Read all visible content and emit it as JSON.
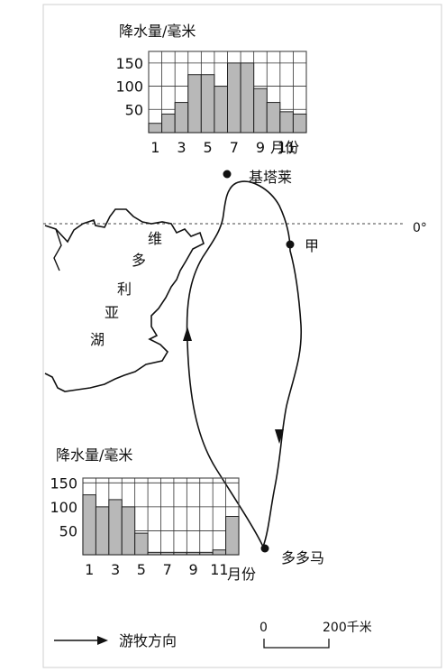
{
  "map": {
    "equator_label": "0°",
    "lake_label_chars": [
      "维",
      "多",
      "利",
      "亚",
      "湖"
    ],
    "places": [
      {
        "name": "基塔莱"
      },
      {
        "name": "甲"
      },
      {
        "name": "多多马"
      }
    ],
    "legend": {
      "label": "游牧方向"
    },
    "scale": {
      "zero": "0",
      "distance": "200千米"
    }
  },
  "chart_data": [
    {
      "type": "bar",
      "title": "降水量/毫米",
      "xlabel": "月份",
      "ylim": [
        0,
        175
      ],
      "yticks": [
        50,
        100,
        150
      ],
      "xticks": [
        "1",
        "3",
        "5",
        "7",
        "9",
        "11"
      ],
      "categories": [
        "1",
        "2",
        "3",
        "4",
        "5",
        "6",
        "7",
        "8",
        "9",
        "10",
        "11",
        "12"
      ],
      "values": [
        20,
        40,
        65,
        125,
        125,
        100,
        150,
        150,
        95,
        65,
        45,
        40
      ],
      "grid": true
    },
    {
      "type": "bar",
      "title": "降水量/毫米",
      "xlabel": "月份",
      "ylim": [
        0,
        160
      ],
      "yticks": [
        50,
        100,
        150
      ],
      "xticks": [
        "1",
        "3",
        "5",
        "7",
        "9",
        "11"
      ],
      "categories": [
        "1",
        "2",
        "3",
        "4",
        "5",
        "6",
        "7",
        "8",
        "9",
        "10",
        "11",
        "12"
      ],
      "values": [
        125,
        100,
        115,
        100,
        45,
        5,
        5,
        5,
        5,
        5,
        10,
        80
      ],
      "grid": true
    }
  ]
}
